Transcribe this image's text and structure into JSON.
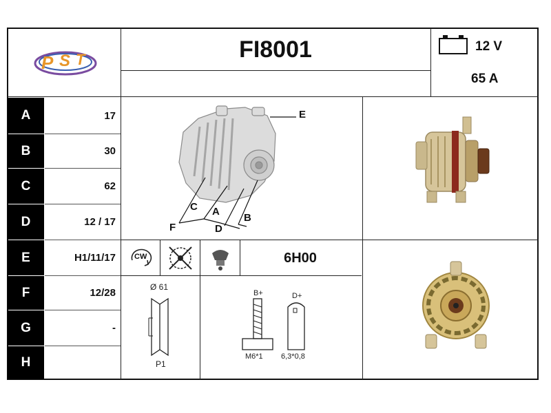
{
  "header": {
    "logo_text": "PST",
    "part_number": "FI8001",
    "voltage": "12 V",
    "amperage": "65 A"
  },
  "specs": [
    {
      "letter": "A",
      "value": "17"
    },
    {
      "letter": "B",
      "value": "30"
    },
    {
      "letter": "C",
      "value": "62"
    },
    {
      "letter": "D",
      "value": "12 / 17"
    },
    {
      "letter": "E",
      "value": "H1/11/17"
    },
    {
      "letter": "F",
      "value": "12/28"
    },
    {
      "letter": "G",
      "value": "-"
    },
    {
      "letter": "H",
      "value": ""
    }
  ],
  "diagram": {
    "labels": [
      "E",
      "C",
      "A",
      "B",
      "F",
      "D"
    ]
  },
  "symbols": {
    "rotation_label": "CW",
    "regulator_code": "6H00"
  },
  "pulley": {
    "diameter_label": "Ø 61",
    "type_label": "P1"
  },
  "terminals": {
    "b_plus_label": "B+",
    "d_plus_label": "D+",
    "b_thread_label": "M6*1",
    "d_spade_label": "6,3*0,8"
  },
  "icons": [
    "battery-icon",
    "clockwise-rotation-icon",
    "fan-crossed-icon",
    "regulator-icon"
  ],
  "colors": {
    "logo_orange": "#e8962a",
    "logo_blue": "#3a5fb0",
    "logo_purple": "#7a4ca0"
  }
}
